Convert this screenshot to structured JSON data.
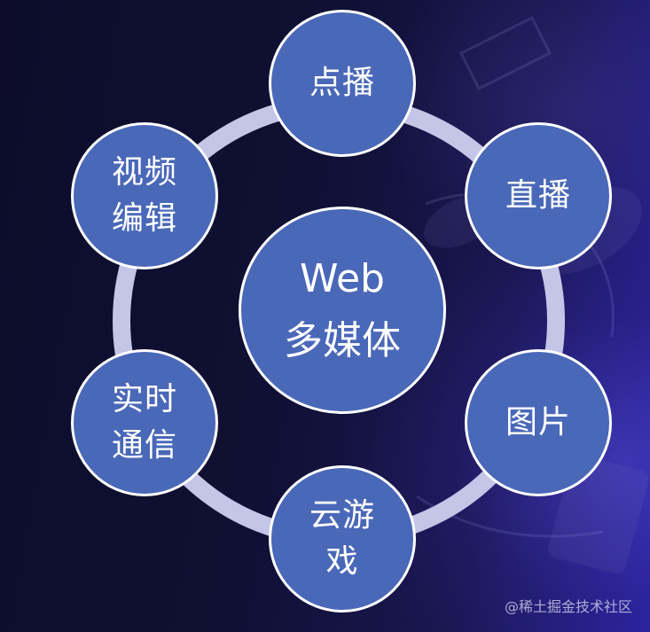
{
  "diagram": {
    "center": {
      "label": "Web\n多媒体"
    },
    "nodes": [
      {
        "id": "top",
        "label": "点播"
      },
      {
        "id": "topright",
        "label": "直播"
      },
      {
        "id": "botright",
        "label": "图片"
      },
      {
        "id": "bottom",
        "label": "云游\n戏"
      },
      {
        "id": "botleft",
        "label": "实时\n通信"
      },
      {
        "id": "topleft",
        "label": "视频\n编辑"
      }
    ]
  },
  "colors": {
    "node_fill": "#4a68b8",
    "node_border": "#ffffff",
    "ring": "#c3c6e6",
    "background": "#101034"
  },
  "watermark": "@稀土掘金技术社区"
}
